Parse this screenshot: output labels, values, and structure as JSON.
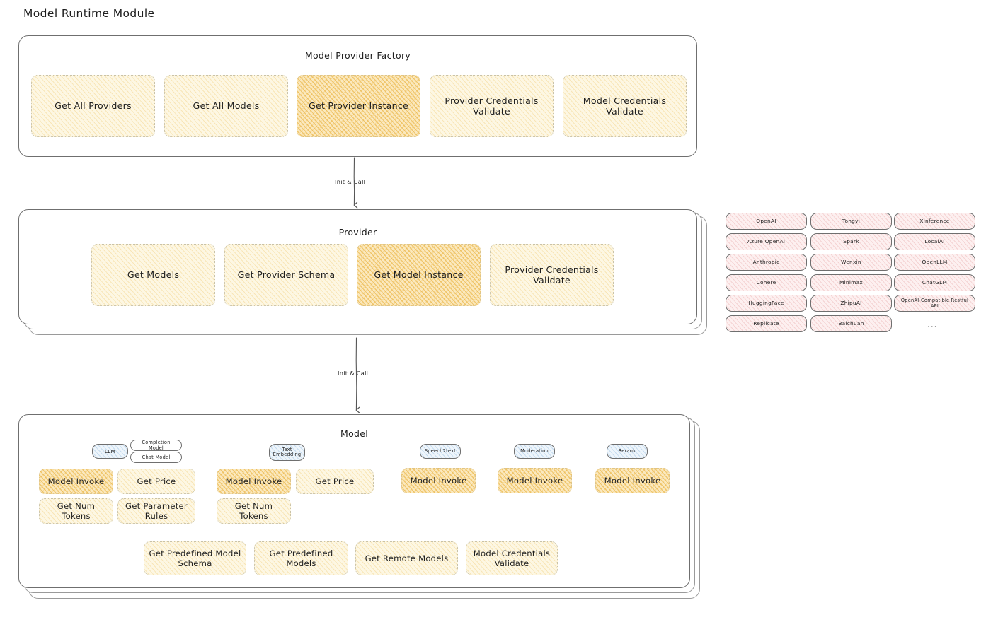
{
  "page": {
    "title": "Model Runtime Module"
  },
  "factory": {
    "title": "Model Provider Factory",
    "nodes": [
      {
        "label": "Get All Providers",
        "highlight": false
      },
      {
        "label": "Get All Models",
        "highlight": false
      },
      {
        "label": "Get Provider Instance",
        "highlight": true
      },
      {
        "label": "Provider Credentials Validate",
        "highlight": false
      },
      {
        "label": "Model Credentials Validate",
        "highlight": false
      }
    ]
  },
  "arrows": [
    {
      "label": "Init & Call"
    },
    {
      "label": "Init & Call"
    }
  ],
  "provider": {
    "title": "Provider",
    "nodes": [
      {
        "label": "Get Models",
        "highlight": false
      },
      {
        "label": "Get Provider Schema",
        "highlight": false
      },
      {
        "label": "Get Model Instance",
        "highlight": true
      },
      {
        "label": "Provider Credentials Validate",
        "highlight": false
      }
    ]
  },
  "provider_list": {
    "columns": [
      [
        "OpenAI",
        "Azure OpenAI",
        "Anthropic",
        "Cohere",
        "HuggingFace",
        "Replicate"
      ],
      [
        "Tongyi",
        "Spark",
        "Wenxin",
        "Minimax",
        "ZhipuAI",
        "Baichuan"
      ],
      [
        "Xinference",
        "LocalAI",
        "OpenLLM",
        "ChatGLM",
        "OpenAI-Compatible Restful API"
      ]
    ],
    "more": "..."
  },
  "model": {
    "title": "Model",
    "more": "...",
    "types": [
      {
        "name": "LLM",
        "subtypes": [
          "Completion Model",
          "Chat Model"
        ]
      },
      {
        "name": "Text Embedding",
        "subtypes": []
      },
      {
        "name": "Speech2text",
        "subtypes": []
      },
      {
        "name": "Moderation",
        "subtypes": []
      },
      {
        "name": "Rerank",
        "subtypes": []
      }
    ],
    "llm_ops": [
      {
        "label": "Model Invoke",
        "highlight": true
      },
      {
        "label": "Get Price",
        "highlight": false
      },
      {
        "label": "Get Num Tokens",
        "highlight": false
      },
      {
        "label": "Get Parameter Rules",
        "highlight": false
      }
    ],
    "embedding_ops": [
      {
        "label": "Model Invoke",
        "highlight": true
      },
      {
        "label": "Get Price",
        "highlight": false
      },
      {
        "label": "Get Num Tokens",
        "highlight": false
      }
    ],
    "speech_ops": [
      {
        "label": "Model Invoke",
        "highlight": true
      }
    ],
    "moderation_ops": [
      {
        "label": "Model Invoke",
        "highlight": true
      }
    ],
    "rerank_ops": [
      {
        "label": "Model Invoke",
        "highlight": true
      }
    ],
    "common_ops": [
      {
        "label": "Get Predefined Model Schema"
      },
      {
        "label": "Get Predefined Models"
      },
      {
        "label": "Get Remote Models"
      },
      {
        "label": "Model Credentials Validate"
      }
    ]
  },
  "colors": {
    "cream": "#fdf7e3",
    "amber": "#fbe9bf",
    "pink": "#fdf0f0",
    "blue": "#eef5fb",
    "stroke": "#6f6f6f",
    "text": "#1e1e1e"
  }
}
